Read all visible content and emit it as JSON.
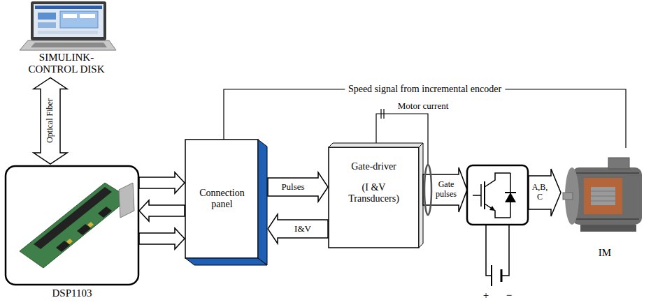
{
  "diagram": {
    "nodes": [
      {
        "text": [
          "SIMULINK- CONTROL DISK"
        ]
      },
      {
        "text": [
          "DSP1103"
        ]
      },
      {
        "text": [
          "Connection panel"
        ]
      },
      {
        "text": [
          "Gate-driver",
          "(I &V Transducers)"
        ]
      },
      {
        "text": [
          "IM"
        ]
      }
    ],
    "edges": [
      {
        "from": 0,
        "to": 1,
        "arrow": "both",
        "label": "Optical Fiber"
      },
      {
        "from": 1,
        "to": 2,
        "arrow": "to"
      },
      {
        "from": 2,
        "to": 1,
        "arrow": "to"
      },
      {
        "from": 1,
        "to": 2,
        "arrow": "to"
      },
      {
        "from": 2,
        "to": 3,
        "arrow": "to",
        "label": "Pulses"
      },
      {
        "from": 3,
        "to": 2,
        "arrow": "to",
        "label": "I&V"
      },
      {
        "from": 4,
        "to": 2,
        "arrow": "none",
        "label": "Speed signal from incremental encoder"
      }
    ],
    "labels": [
      "Motor current",
      "Gate pulses",
      "A,B, C",
      "+",
      "−"
    ]
  }
}
